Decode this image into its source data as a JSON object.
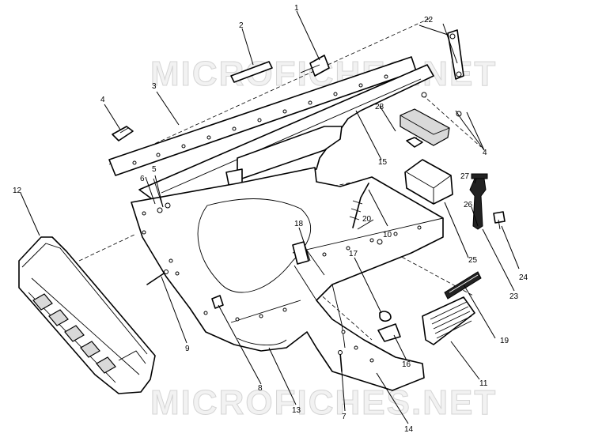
{
  "watermark": {
    "top_text": "MICROFICHES.NET",
    "bottom_text": "MICROFICHES.NET"
  },
  "callouts": {
    "n1": "1",
    "n2": "2",
    "n3": "3",
    "n4": "4",
    "n5": "5",
    "n6": "6",
    "n7": "7",
    "n8": "8",
    "n9": "9",
    "n10": "10",
    "n11": "11",
    "n12": "12",
    "n13": "13",
    "n14": "14",
    "n15": "15",
    "n16": "16",
    "n17": "17",
    "n18": "18",
    "n19": "19",
    "n20": "20",
    "n22": "22",
    "n23": "23",
    "n24": "24",
    "n25": "25",
    "n26": "26",
    "n27": "27",
    "n28": "28",
    "n4b": "4"
  }
}
